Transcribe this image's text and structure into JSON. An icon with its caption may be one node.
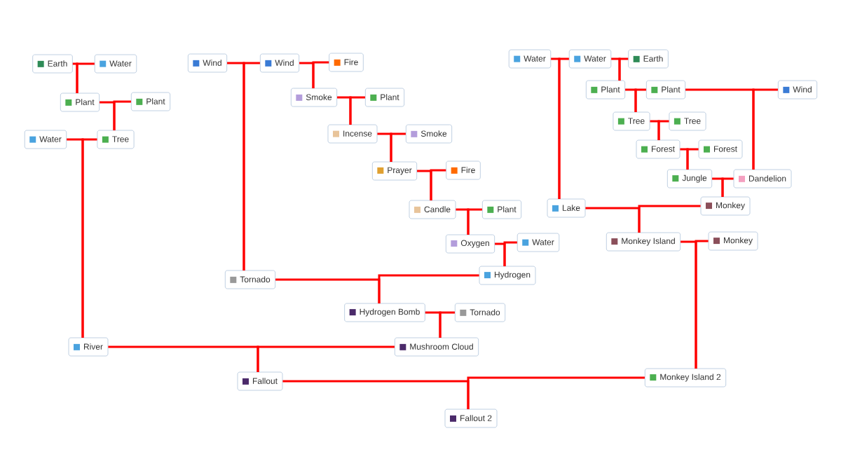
{
  "diagram": {
    "nodes": [
      {
        "text": [
          "Earth"
        ]
      },
      {
        "text": [
          "Water"
        ]
      },
      {
        "text": [
          "Wind"
        ]
      },
      {
        "text": [
          "Wind"
        ]
      },
      {
        "text": [
          "Fire"
        ]
      },
      {
        "text": [
          "Water"
        ]
      },
      {
        "text": [
          "Water"
        ]
      },
      {
        "text": [
          "Earth"
        ]
      },
      {
        "text": [
          "Plant"
        ]
      },
      {
        "text": [
          "Plant"
        ]
      },
      {
        "text": [
          "Smoke"
        ]
      },
      {
        "text": [
          "Plant"
        ]
      },
      {
        "text": [
          "Plant"
        ]
      },
      {
        "text": [
          "Plant"
        ]
      },
      {
        "text": [
          "Wind"
        ]
      },
      {
        "text": [
          "Water"
        ]
      },
      {
        "text": [
          "Tree"
        ]
      },
      {
        "text": [
          "Incense"
        ]
      },
      {
        "text": [
          "Smoke"
        ]
      },
      {
        "text": [
          "Tree"
        ]
      },
      {
        "text": [
          "Tree"
        ]
      },
      {
        "text": [
          "Forest"
        ]
      },
      {
        "text": [
          "Forest"
        ]
      },
      {
        "text": [
          "Prayer"
        ]
      },
      {
        "text": [
          "Fire"
        ]
      },
      {
        "text": [
          "Jungle"
        ]
      },
      {
        "text": [
          "Dandelion"
        ]
      },
      {
        "text": [
          "Candle"
        ]
      },
      {
        "text": [
          "Plant"
        ]
      },
      {
        "text": [
          "Lake"
        ]
      },
      {
        "text": [
          "Monkey"
        ]
      },
      {
        "text": [
          "Oxygen"
        ]
      },
      {
        "text": [
          "Water"
        ]
      },
      {
        "text": [
          "Monkey Island"
        ]
      },
      {
        "text": [
          "Monkey"
        ]
      },
      {
        "text": [
          "Tornado"
        ]
      },
      {
        "text": [
          "Hydrogen"
        ]
      },
      {
        "text": [
          "Hydrogen Bomb"
        ]
      },
      {
        "text": [
          "Tornado"
        ]
      },
      {
        "text": [
          "River"
        ]
      },
      {
        "text": [
          "Mushroom Cloud"
        ]
      },
      {
        "text": [
          "Fallout"
        ]
      },
      {
        "text": [
          "Monkey Island 2"
        ]
      },
      {
        "text": [
          "Fallout 2"
        ]
      }
    ],
    "edges": [
      {
        "from": 0,
        "to": 8,
        "arrow": "none"
      },
      {
        "from": 1,
        "to": 8,
        "arrow": "none"
      },
      {
        "from": 8,
        "to": 16,
        "arrow": "none"
      },
      {
        "from": 9,
        "to": 16,
        "arrow": "none"
      },
      {
        "from": 15,
        "to": 39,
        "arrow": "none"
      },
      {
        "from": 16,
        "to": 39,
        "arrow": "none"
      },
      {
        "from": 2,
        "to": 35,
        "arrow": "none"
      },
      {
        "from": 3,
        "to": 35,
        "arrow": "none"
      },
      {
        "from": 3,
        "to": 10,
        "arrow": "none"
      },
      {
        "from": 4,
        "to": 10,
        "arrow": "none"
      },
      {
        "from": 10,
        "to": 17,
        "arrow": "none"
      },
      {
        "from": 11,
        "to": 17,
        "arrow": "none"
      },
      {
        "from": 17,
        "to": 23,
        "arrow": "none"
      },
      {
        "from": 18,
        "to": 23,
        "arrow": "none"
      },
      {
        "from": 23,
        "to": 27,
        "arrow": "none"
      },
      {
        "from": 24,
        "to": 27,
        "arrow": "none"
      },
      {
        "from": 27,
        "to": 31,
        "arrow": "none"
      },
      {
        "from": 28,
        "to": 31,
        "arrow": "none"
      },
      {
        "from": 31,
        "to": 36,
        "arrow": "none"
      },
      {
        "from": 32,
        "to": 36,
        "arrow": "none"
      },
      {
        "from": 35,
        "to": 37,
        "arrow": "none"
      },
      {
        "from": 36,
        "to": 37,
        "arrow": "none"
      },
      {
        "from": 37,
        "to": 40,
        "arrow": "none"
      },
      {
        "from": 38,
        "to": 40,
        "arrow": "none"
      },
      {
        "from": 39,
        "to": 41,
        "arrow": "none"
      },
      {
        "from": 40,
        "to": 41,
        "arrow": "none"
      },
      {
        "from": 41,
        "to": 43,
        "arrow": "none"
      },
      {
        "from": 42,
        "to": 43,
        "arrow": "none"
      },
      {
        "from": 5,
        "to": 29,
        "arrow": "none"
      },
      {
        "from": 6,
        "to": 29,
        "arrow": "none"
      },
      {
        "from": 6,
        "to": 12,
        "arrow": "none"
      },
      {
        "from": 7,
        "to": 12,
        "arrow": "none"
      },
      {
        "from": 12,
        "to": 19,
        "arrow": "none"
      },
      {
        "from": 13,
        "to": 19,
        "arrow": "none"
      },
      {
        "from": 19,
        "to": 21,
        "arrow": "none"
      },
      {
        "from": 20,
        "to": 21,
        "arrow": "none"
      },
      {
        "from": 21,
        "to": 25,
        "arrow": "none"
      },
      {
        "from": 22,
        "to": 25,
        "arrow": "none"
      },
      {
        "from": 13,
        "to": 26,
        "arrow": "none"
      },
      {
        "from": 14,
        "to": 26,
        "arrow": "none"
      },
      {
        "from": 25,
        "to": 30,
        "arrow": "none"
      },
      {
        "from": 26,
        "to": 30,
        "arrow": "none"
      },
      {
        "from": 29,
        "to": 33,
        "arrow": "none"
      },
      {
        "from": 30,
        "to": 33,
        "arrow": "none"
      },
      {
        "from": 33,
        "to": 42,
        "arrow": "none"
      },
      {
        "from": 34,
        "to": 42,
        "arrow": "none"
      }
    ]
  }
}
